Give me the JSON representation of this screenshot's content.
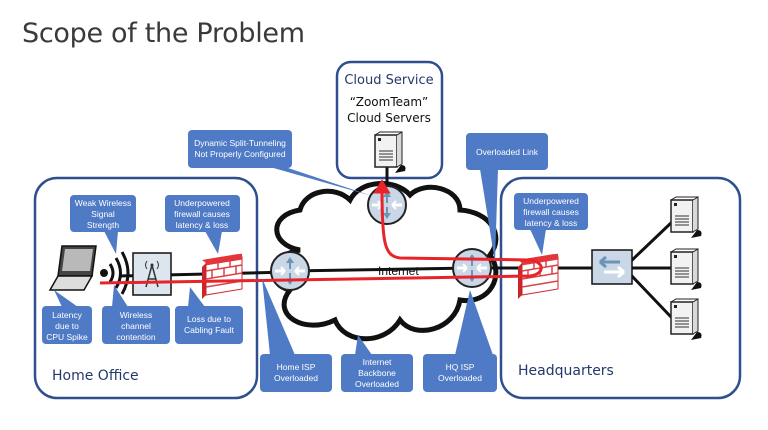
{
  "title": "Scope of the Problem",
  "colors": {
    "callout": "#4f7ac6",
    "box_border": "#2f4f8f",
    "path": "#e8232a",
    "link": "#111111"
  },
  "zones": {
    "home_office": "Home Office",
    "headquarters": "Headquarters",
    "cloud_service": {
      "title": "Cloud Service",
      "line1": "“ZoomTeam”",
      "line2": "Cloud Servers"
    },
    "internet": "Internet"
  },
  "callouts": {
    "weak_wireless": [
      "Weak Wireless",
      "Signal",
      "Strength"
    ],
    "home_firewall": [
      "Underpowered",
      "firewall causes",
      "latency & loss"
    ],
    "cpu_spike": [
      "Latency",
      "due to",
      "CPU Spike"
    ],
    "channel_contention": [
      "Wireless",
      "channel",
      "contention"
    ],
    "cabling_fault": [
      "Loss due to",
      "Cabling Fault"
    ],
    "split_tunneling": [
      "Dynamic Split-Tunneling",
      "Not Properly Configured"
    ],
    "overloaded_link": [
      "Overloaded Link"
    ],
    "home_isp": [
      "Home ISP",
      "Overloaded"
    ],
    "backbone": [
      "Internet",
      "Backbone",
      "Overloaded"
    ],
    "hq_isp": [
      "HQ ISP",
      "Overloaded"
    ],
    "hq_firewall": [
      "Underpowered",
      "firewall causes",
      "latency & loss"
    ]
  },
  "icons": [
    "laptop-icon",
    "wireless-signal-icon",
    "access-point-icon",
    "firewall-icon",
    "router-icon",
    "cloud-icon",
    "server-icon",
    "switch-icon"
  ]
}
